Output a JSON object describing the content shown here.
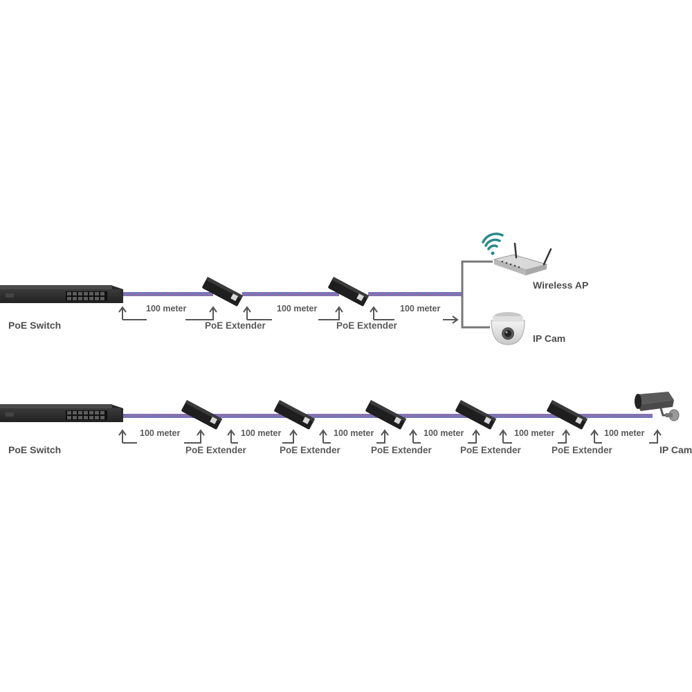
{
  "diagram1": {
    "switch_label": "PoE Switch",
    "extender_labels": [
      "PoE Extender",
      "PoE Extender"
    ],
    "distance_labels": [
      "100 meter",
      "100 meter",
      "100 meter"
    ],
    "ap_label": "Wireless AP",
    "cam_label": "IP Cam"
  },
  "diagram2": {
    "switch_label": "PoE Switch",
    "extender_labels": [
      "PoE Extender",
      "PoE Extender",
      "PoE Extender",
      "PoE Extender",
      "PoE Extender"
    ],
    "distance_labels": [
      "100 meter",
      "100 meter",
      "100 meter",
      "100 meter",
      "100 meter",
      "100 meter"
    ],
    "cam_label": "IP Cam"
  },
  "colors": {
    "cable_blue": "#4a7fd4",
    "cable_pink": "#d9607a",
    "label_gray": "#595959",
    "device_black": "#1e1e1e",
    "wifi_teal": "#2a8a8a"
  }
}
